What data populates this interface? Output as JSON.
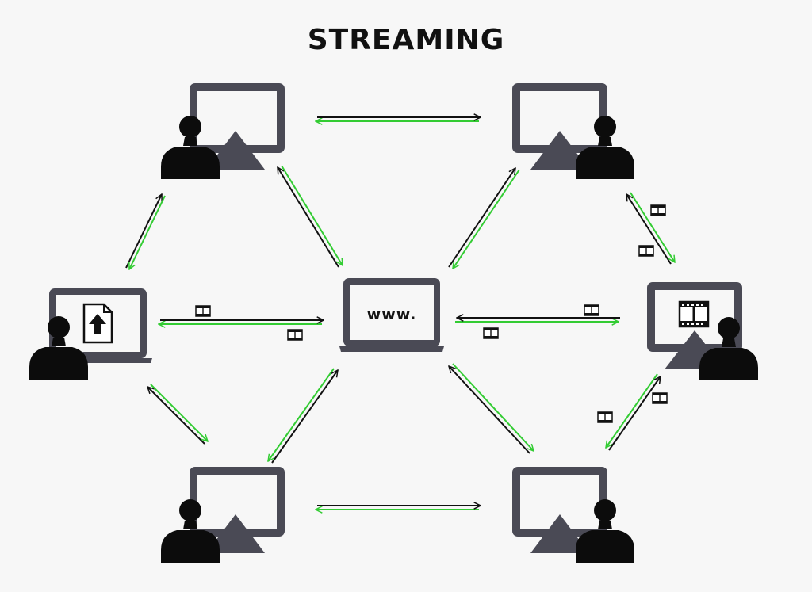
{
  "title": "STREAMING",
  "server": {
    "label": "www.",
    "icon": "laptop-web-server-icon"
  },
  "nodes": [
    {
      "id": "source-user",
      "icon": "laptop-upload-user-icon"
    },
    {
      "id": "peer-top-left",
      "icon": "monitor-user-icon"
    },
    {
      "id": "peer-top-right",
      "icon": "monitor-user-icon"
    },
    {
      "id": "peer-bottom-left",
      "icon": "monitor-user-icon"
    },
    {
      "id": "peer-bottom-right",
      "icon": "monitor-user-icon"
    },
    {
      "id": "viewer-right",
      "icon": "monitor-film-user-icon"
    }
  ],
  "colors": {
    "device": "#4a4a55",
    "person": "#0c0c0c",
    "arrow_a": "#111111",
    "arrow_b": "#33cc33",
    "background": "#f7f7f7"
  }
}
